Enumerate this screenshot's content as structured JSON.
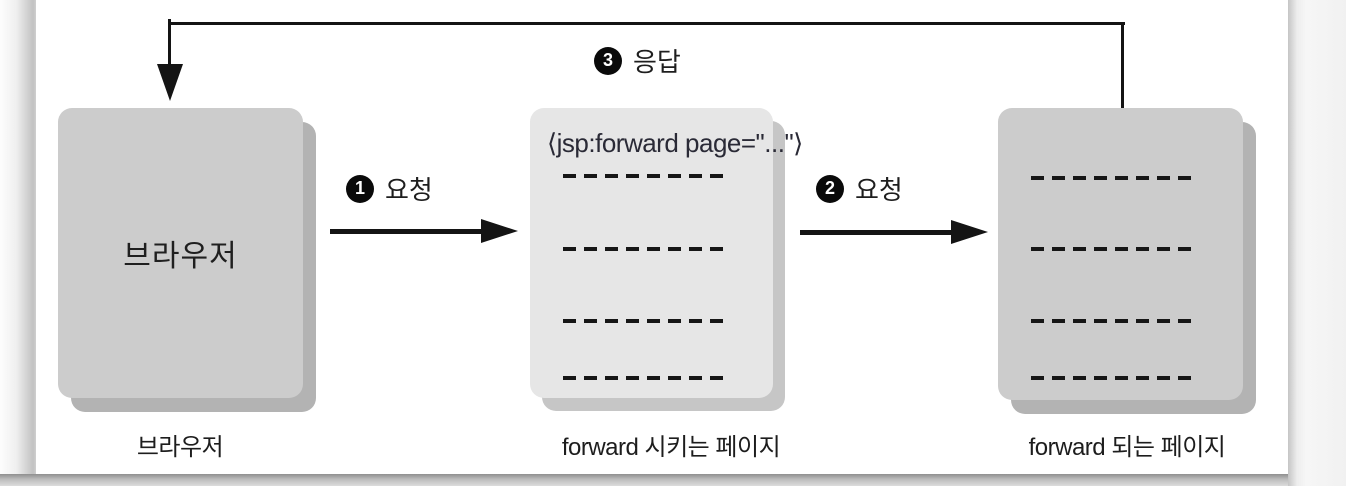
{
  "diagram": {
    "flow_labels": {
      "request1": {
        "badge": "1",
        "text": "요청"
      },
      "request2": {
        "badge": "2",
        "text": "요청"
      },
      "response": {
        "badge": "3",
        "text": "응답"
      }
    },
    "boxes": {
      "browser": {
        "title": "브라우저",
        "caption": "브라우저",
        "dash_rows": 0
      },
      "forwarding": {
        "code": "⟨jsp:forward page=\"...\"⟩",
        "caption": "forward 시키는 페이지",
        "dash_rows": 4
      },
      "forwarded": {
        "caption": "forward 되는 페이지",
        "dash_rows": 4
      }
    },
    "colors": {
      "box_fill": "#cccccc",
      "box_shadow": "#b3b3b3",
      "light_box_fill": "#e6e6e6",
      "light_box_shadow": "#c6c6c6",
      "line": "#141414",
      "badge_fill": "#0a0a0a",
      "badge_text": "#ffffff"
    }
  }
}
